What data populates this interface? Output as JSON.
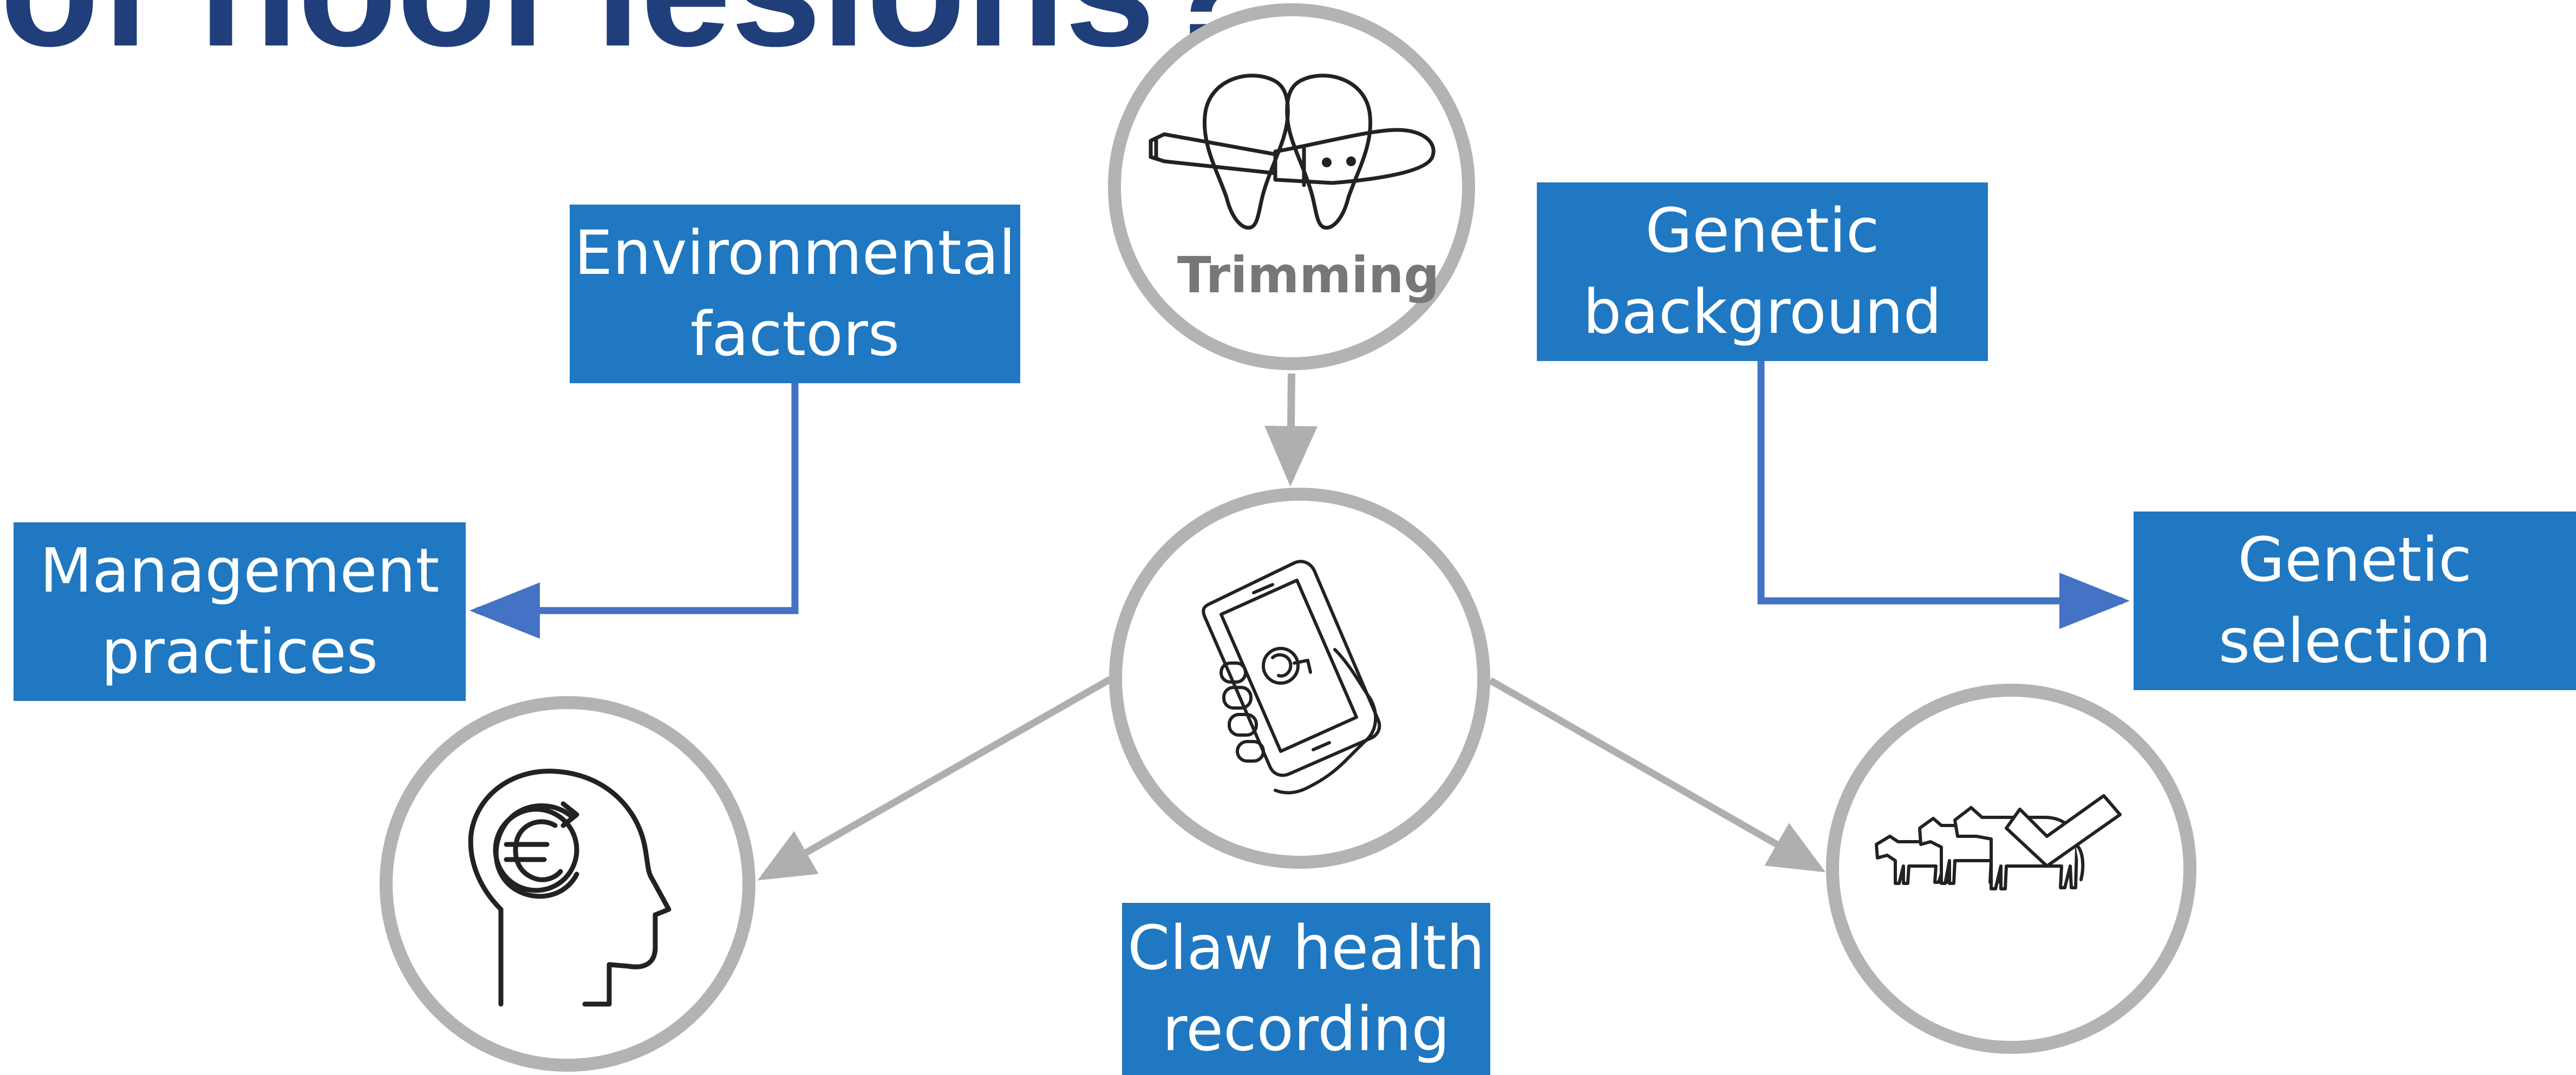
{
  "title": "of hoof lesions?",
  "nodes": {
    "environmental": {
      "line1": "Environmental",
      "line2": "factors"
    },
    "genetic_background": {
      "line1": "Genetic",
      "line2": "background"
    },
    "management": {
      "line1": "Management",
      "line2": "practices"
    },
    "genetic_selection": {
      "line1": "Genetic",
      "line2": "selection"
    },
    "claw_health": {
      "line1": "Claw health",
      "line2": "recording"
    },
    "trimming": {
      "label": "Trimming"
    }
  },
  "icons": [
    "hoof-trimming-icon",
    "smartphone-gen-app-icon",
    "head-euro-icon",
    "cattle-check-icon"
  ],
  "colors": {
    "box_fill": "#1F78C1",
    "box_text": "#FFFFFF",
    "blue_connector": "#4472C4",
    "gray_connector": "#AFAFAF",
    "circle_border": "#B3B3B3",
    "title": "#1F3E7A",
    "trimming_label": "#777777"
  }
}
